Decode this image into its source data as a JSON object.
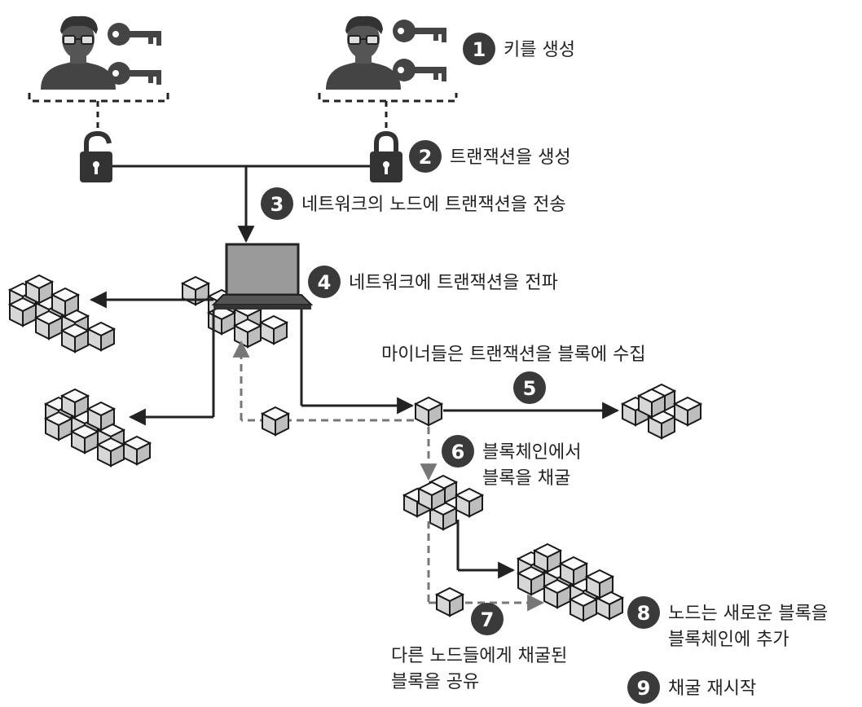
{
  "steps": [
    {
      "num": "1",
      "label": "키를 생성"
    },
    {
      "num": "2",
      "label": "트랜잭션을 생성"
    },
    {
      "num": "3",
      "label": "네트워크의 노드에 트랜잭션을 전송"
    },
    {
      "num": "4",
      "label": "네트워크에 트랜잭션을 전파"
    },
    {
      "num": "5",
      "label": "마이너들은 트랜잭션을 블록에 수집"
    },
    {
      "num": "6",
      "label_line1": "블록체인에서",
      "label_line2": "블록을 채굴"
    },
    {
      "num": "7",
      "label_line1": "다른 노드들에게 채굴된",
      "label_line2": "블록을 공유"
    },
    {
      "num": "8",
      "label_line1": "노드는 새로운 블록을",
      "label_line2": "블록체인에 추가"
    },
    {
      "num": "9",
      "label": "채굴 재시작"
    }
  ],
  "colors": {
    "badge": "#3a3a3a",
    "line": "#222222",
    "dashed": "#777777",
    "cube_face": "#f2f2f2",
    "cube_outline": "#1a1a1a"
  }
}
